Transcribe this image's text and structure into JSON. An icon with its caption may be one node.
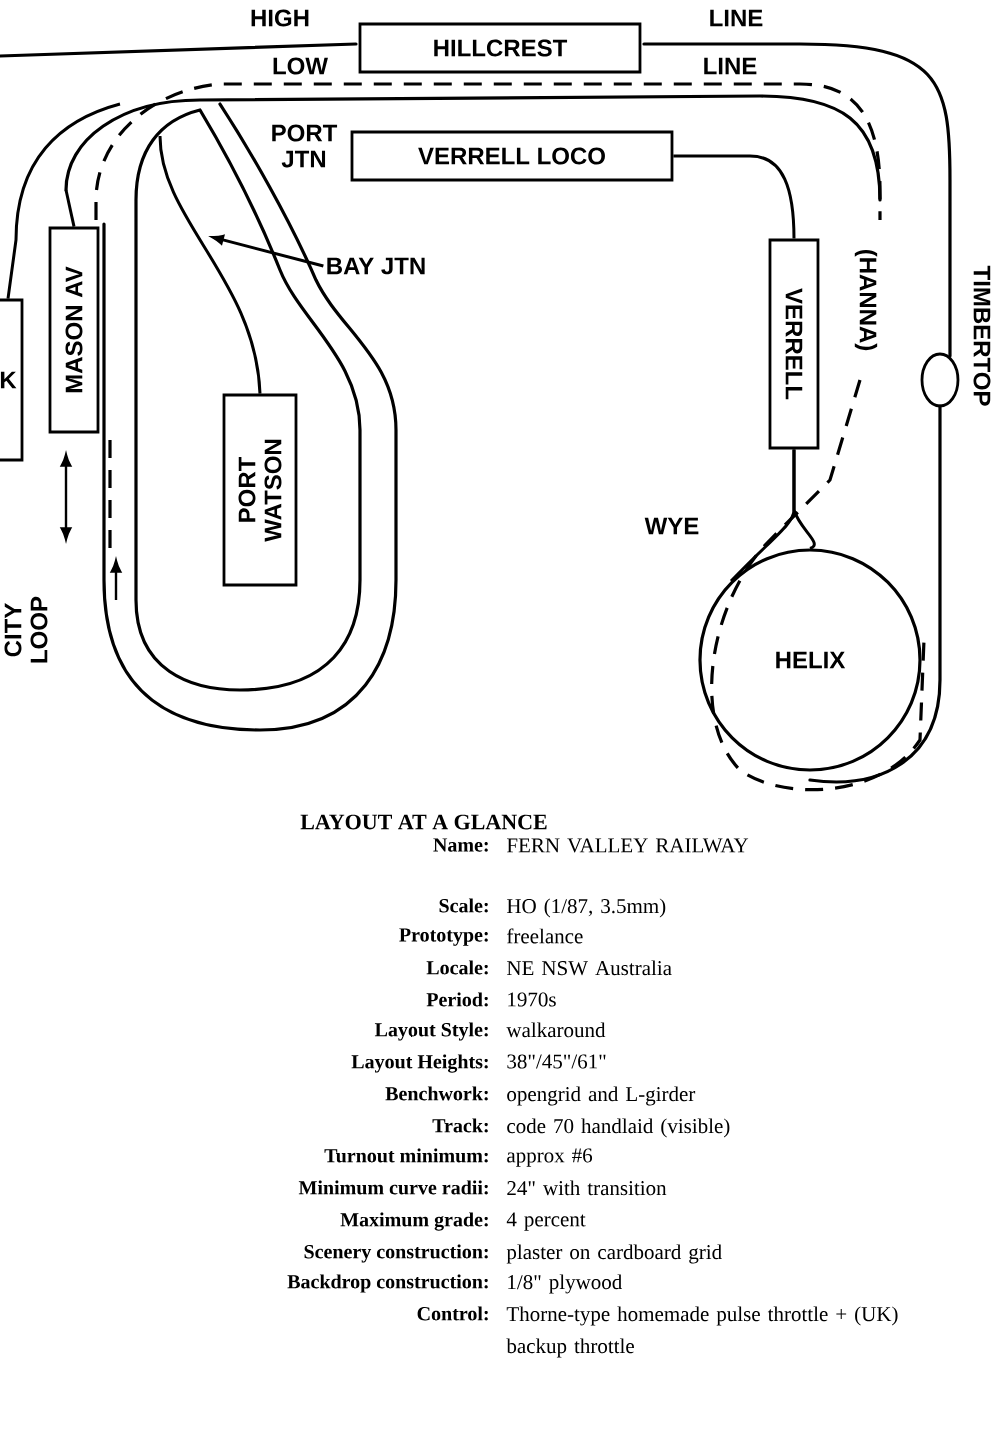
{
  "diagram": {
    "title": "LAYOUT AT A GLANCE",
    "nodes": [
      {
        "text": [
          "HILLCREST"
        ]
      },
      {
        "text": [
          "VERRELL LOCO"
        ]
      },
      {
        "text": [
          "BAY JTN"
        ]
      },
      {
        "text": [
          "MASON AV"
        ]
      },
      {
        "text": [
          "VERRELL"
        ]
      },
      {
        "text": [
          "K"
        ]
      },
      {
        "text": [
          "PORT WATSON"
        ]
      },
      {
        "text": [
          "HELIX"
        ]
      }
    ],
    "edges": [
      {
        "from": 2,
        "to": null,
        "arrow": "to"
      },
      {
        "from": 1,
        "to": 4,
        "arrow": "none"
      },
      {
        "from": 4,
        "to": 7,
        "arrow": "none"
      },
      {
        "from": 4,
        "to": 7,
        "arrow": "none"
      },
      {
        "from": null,
        "to": 6,
        "arrow": "none"
      },
      {
        "from": null,
        "to": 3,
        "arrow": "none"
      },
      {
        "from": null,
        "to": 5,
        "arrow": "none"
      }
    ],
    "labels": [
      "HIGH",
      "LINE",
      "LOW",
      "LINE",
      "PORT JTN",
      "(HANNA)",
      "TIMBERTOP",
      "WYE",
      "CITY LOOP",
      "Name:",
      "FERN VALLEY RAILWAY",
      "Scale:",
      "HO (1/87, 3.5mm)",
      "Prototype:",
      "freelance",
      "Locale:",
      "NE NSW Australia",
      "Period:",
      "1970s",
      "Layout Style:",
      "walkaround",
      "Layout Heights:",
      "38\"/45\"/61\"",
      "Benchwork:",
      "opengrid and L-girder",
      "Track:",
      "code 70 handlaid (visible)",
      "Turnout minimum:",
      "approx #6",
      "Minimum curve radii:",
      "24\" with transition",
      "Maximum grade:",
      "4 percent",
      "Scenery construction:",
      "plaster on cardboard grid",
      "Backdrop construction:",
      "1/8\" plywood",
      "Control:",
      "Thorne-type homemade pulse throttle + (UK) backup throttle"
    ]
  }
}
